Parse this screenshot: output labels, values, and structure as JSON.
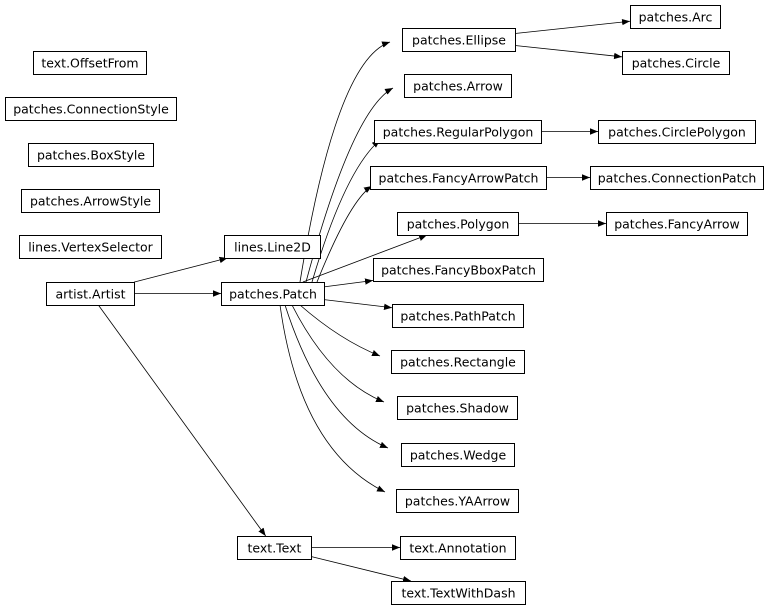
{
  "diagram": {
    "nodes": [
      {
        "id": "offsetfrom",
        "label": "text.OffsetFrom"
      },
      {
        "id": "connectionstyle",
        "label": "patches.ConnectionStyle"
      },
      {
        "id": "boxstyle",
        "label": "patches.BoxStyle"
      },
      {
        "id": "arrowstyle",
        "label": "patches.ArrowStyle"
      },
      {
        "id": "vertexselector",
        "label": "lines.VertexSelector"
      },
      {
        "id": "artist",
        "label": "artist.Artist"
      },
      {
        "id": "line2d",
        "label": "lines.Line2D"
      },
      {
        "id": "patch",
        "label": "patches.Patch"
      },
      {
        "id": "text",
        "label": "text.Text"
      },
      {
        "id": "ellipse",
        "label": "patches.Ellipse"
      },
      {
        "id": "arrow",
        "label": "patches.Arrow"
      },
      {
        "id": "regularpolygon",
        "label": "patches.RegularPolygon"
      },
      {
        "id": "fancyarrowpatch",
        "label": "patches.FancyArrowPatch"
      },
      {
        "id": "polygon",
        "label": "patches.Polygon"
      },
      {
        "id": "fancybboxpatch",
        "label": "patches.FancyBboxPatch"
      },
      {
        "id": "pathpatch",
        "label": "patches.PathPatch"
      },
      {
        "id": "rectangle",
        "label": "patches.Rectangle"
      },
      {
        "id": "shadow",
        "label": "patches.Shadow"
      },
      {
        "id": "wedge",
        "label": "patches.Wedge"
      },
      {
        "id": "yaarrow",
        "label": "patches.YAArrow"
      },
      {
        "id": "annotation",
        "label": "text.Annotation"
      },
      {
        "id": "textwithdash",
        "label": "text.TextWithDash"
      },
      {
        "id": "arc",
        "label": "patches.Arc"
      },
      {
        "id": "circle",
        "label": "patches.Circle"
      },
      {
        "id": "circlepolygon",
        "label": "patches.CirclePolygon"
      },
      {
        "id": "connectionpatch",
        "label": "patches.ConnectionPatch"
      },
      {
        "id": "fancyarrow",
        "label": "patches.FancyArrow"
      }
    ],
    "edges": [
      {
        "from": "artist",
        "to": "line2d"
      },
      {
        "from": "artist",
        "to": "patch"
      },
      {
        "from": "artist",
        "to": "text"
      },
      {
        "from": "patch",
        "to": "ellipse"
      },
      {
        "from": "patch",
        "to": "arrow"
      },
      {
        "from": "patch",
        "to": "regularpolygon"
      },
      {
        "from": "patch",
        "to": "fancyarrowpatch"
      },
      {
        "from": "patch",
        "to": "polygon"
      },
      {
        "from": "patch",
        "to": "fancybboxpatch"
      },
      {
        "from": "patch",
        "to": "pathpatch"
      },
      {
        "from": "patch",
        "to": "rectangle"
      },
      {
        "from": "patch",
        "to": "shadow"
      },
      {
        "from": "patch",
        "to": "wedge"
      },
      {
        "from": "patch",
        "to": "yaarrow"
      },
      {
        "from": "text",
        "to": "annotation"
      },
      {
        "from": "text",
        "to": "textwithdash"
      },
      {
        "from": "ellipse",
        "to": "arc"
      },
      {
        "from": "ellipse",
        "to": "circle"
      },
      {
        "from": "regularpolygon",
        "to": "circlepolygon"
      },
      {
        "from": "fancyarrowpatch",
        "to": "connectionpatch"
      },
      {
        "from": "polygon",
        "to": "fancyarrow"
      }
    ]
  }
}
